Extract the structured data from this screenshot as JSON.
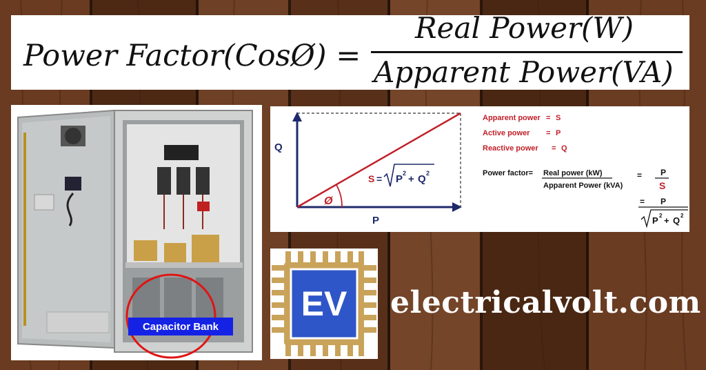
{
  "formula": {
    "lhs": "Power Factor(CosØ) =",
    "numerator": "Real Power(W)",
    "denominator": "Apparent Power(VA)"
  },
  "photo": {
    "label": "Capacitor Bank",
    "label_color": "#1422e6",
    "circle_color": "#e01414"
  },
  "diagram": {
    "axis_q": "Q",
    "axis_p": "P",
    "angle": "Ø",
    "hyp_s": "S",
    "hyp_eq": "=",
    "defs": [
      {
        "term": "Apparent power",
        "eq": "=",
        "sym": "S"
      },
      {
        "term": "Active power",
        "eq": "=",
        "sym": "P"
      },
      {
        "term": "Reactive power",
        "eq": "=",
        "sym": "Q"
      }
    ],
    "pf_label": "Power factor=",
    "pf_num": "Real power (kW)",
    "pf_den": "Apparent Power (kVA)",
    "pf_eq1": "=",
    "pf_frac1_num": "P",
    "pf_frac1_den": "S",
    "pf_eq2": "=",
    "pf_frac2_num": "P",
    "sqrt_p": "P",
    "sqrt_q": "Q",
    "sqrt_plus": "+",
    "sup2": "2",
    "accent_color": "#c0202a",
    "axis_color": "#1f2a6b"
  },
  "logo": {
    "text": "EV",
    "gold": "#c9a35a",
    "blue": "#2f56c8"
  },
  "site": {
    "name": "electricalvolt.com"
  }
}
